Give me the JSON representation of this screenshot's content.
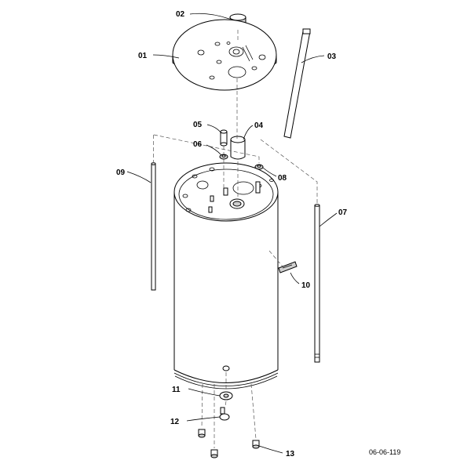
{
  "callouts": {
    "c01": "01",
    "c02": "02",
    "c03": "03",
    "c04": "04",
    "c05": "05",
    "c06": "06",
    "c07": "07",
    "c08": "08",
    "c09": "09",
    "c10": "10",
    "c11": "11",
    "c12": "12",
    "c13": "13"
  },
  "drawing_number": "06-06-119"
}
